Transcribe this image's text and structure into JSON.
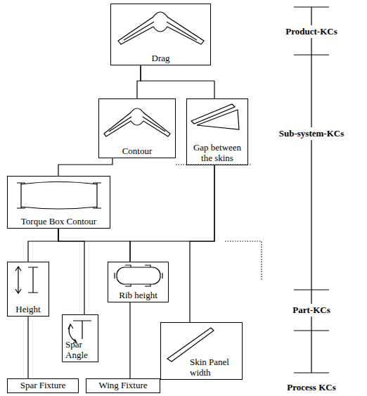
{
  "diagram": {
    "nodes": [
      {
        "text": [
          "Drag"
        ]
      },
      {
        "text": [
          "Contour"
        ]
      },
      {
        "text": [
          "Gap between the skins"
        ]
      },
      {
        "text": [
          "Torque Box Contour"
        ]
      },
      {
        "text": [
          "Height"
        ]
      },
      {
        "text": [
          "Spar Angle"
        ]
      },
      {
        "text": [
          "Rib height"
        ]
      },
      {
        "text": [
          "Skin Panel width"
        ]
      },
      {
        "text": [
          "Spar Fixture"
        ]
      },
      {
        "text": [
          "Wing Fixture"
        ]
      }
    ],
    "edges": [
      {
        "from": 0,
        "to": 1,
        "arrow": "none"
      },
      {
        "from": 0,
        "to": 2,
        "arrow": "none"
      },
      {
        "from": 1,
        "to": 3,
        "arrow": "none"
      },
      {
        "from": 3,
        "to": 4,
        "arrow": "none"
      },
      {
        "from": 3,
        "to": 5,
        "arrow": "none"
      },
      {
        "from": 3,
        "to": 6,
        "arrow": "none"
      },
      {
        "from": 2,
        "to": 6,
        "arrow": "none"
      },
      {
        "from": 2,
        "to": 7,
        "arrow": "none"
      },
      {
        "from": 4,
        "to": 8,
        "arrow": "none"
      },
      {
        "from": 6,
        "to": 9,
        "arrow": "none"
      }
    ],
    "labels": [
      "Product-KCs",
      "Sub-system-KCs",
      "Part-KCs",
      "Process KCs"
    ]
  }
}
